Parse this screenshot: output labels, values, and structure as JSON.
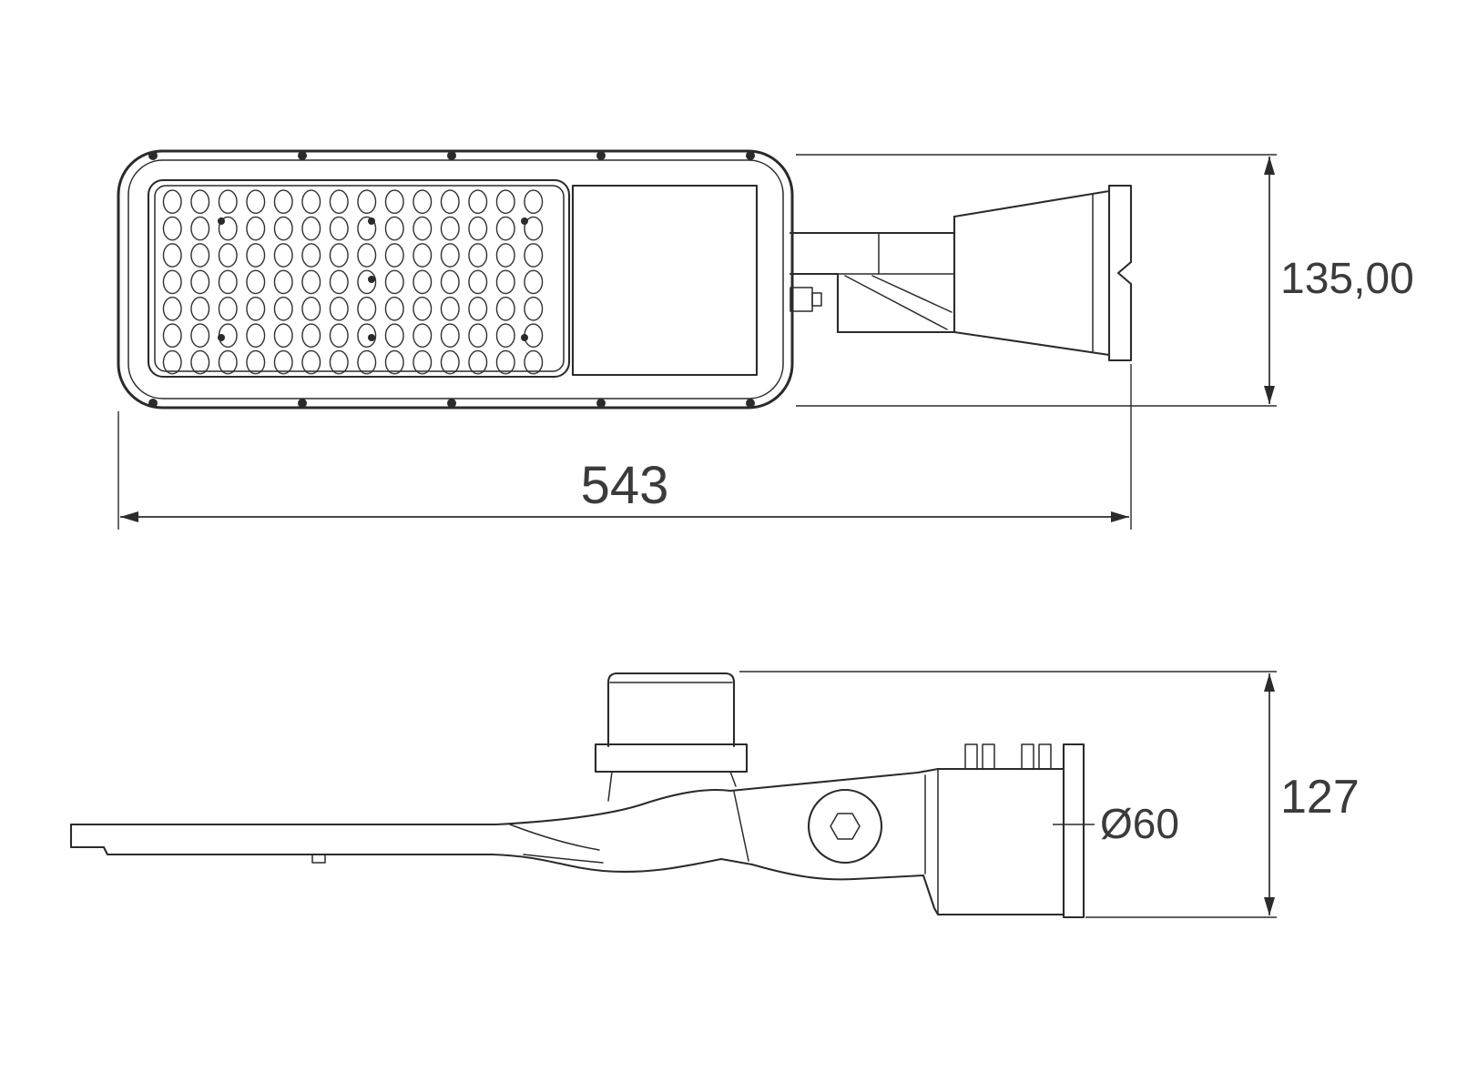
{
  "drawing": {
    "top_view": {
      "length_label": "543",
      "height_label": "135,00"
    },
    "side_view": {
      "height_label": "127",
      "pole_diameter_label": "Ø60"
    }
  },
  "colors": {
    "line": "#2b2b2b",
    "text": "#3b3b3b",
    "background": "#ffffff"
  }
}
